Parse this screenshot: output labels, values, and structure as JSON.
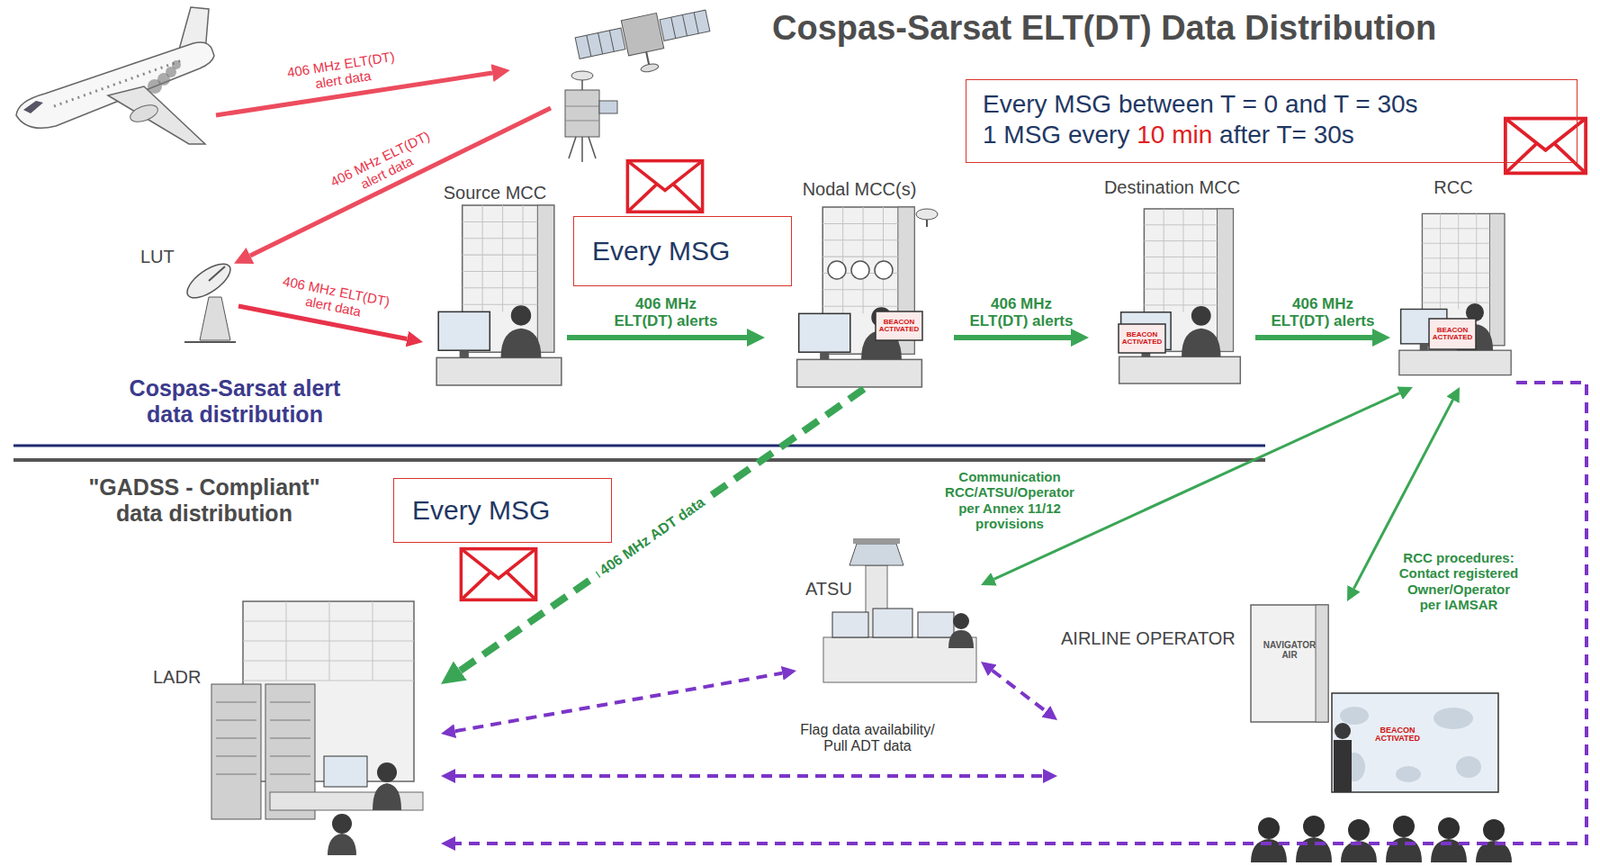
{
  "diagram": {
    "title": "Cospas-Sarsat ELT(DT) Data Distribution",
    "nodes": [
      {
        "text": [
          "Every MSG between T = 0 and T = 30s",
          "1 MSG every",
          "10 min",
          "after T= 30s"
        ]
      },
      {
        "text": [
          "LUT"
        ]
      },
      {
        "text": [
          "Source MCC"
        ]
      },
      {
        "text": [
          "Every MSG"
        ]
      },
      {
        "text": [
          "Nodal MCC(s)"
        ]
      },
      {
        "text": [
          "Destination MCC"
        ]
      },
      {
        "text": [
          "RCC"
        ]
      },
      {
        "text": [
          "Every MSG"
        ]
      },
      {
        "text": [
          "ATSU"
        ]
      },
      {
        "text": [
          "LADR"
        ]
      },
      {
        "text": [
          "AIRLINE OPERATOR"
        ]
      }
    ],
    "edges": [
      {
        "from": 1,
        "to": 2,
        "label": "406 MHz ELT(DT) alert data",
        "arrow": "to"
      },
      {
        "from": 2,
        "to": 4,
        "label": "406 MHz ELT(DT) alerts",
        "arrow": "to"
      },
      {
        "from": 4,
        "to": 5,
        "label": "406 MHz ELT(DT) alerts",
        "arrow": "to"
      },
      {
        "from": 5,
        "to": 6,
        "label": "406 MHz ELT(DT) alerts",
        "arrow": "to"
      },
      {
        "from": 4,
        "to": 9,
        "label": "406 MHz ADT data",
        "arrow": "to"
      },
      {
        "from": 6,
        "to": 8,
        "label": "Communication RCC/ATSU/Operator per Annex 11/12 provisions",
        "arrow": "both"
      },
      {
        "from": 6,
        "to": 10,
        "label": "RCC procedures: Contact registered Owner/Operator per IAMSAR",
        "arrow": "both"
      },
      {
        "from": 9,
        "to": 8,
        "arrow": "both"
      },
      {
        "from": 8,
        "to": 10,
        "arrow": "both"
      },
      {
        "from": 9,
        "to": 10,
        "label": "Flag data availability/ Pull ADT data",
        "arrow": "both"
      },
      {
        "from": 6,
        "to": 9,
        "arrow": "to"
      }
    ],
    "labels": [
      "406 MHz ELT(DT) alert data",
      "406 MHz ELT(DT) alert data",
      "BEACON ACTIVATED",
      "BEACON ACTIVATED",
      "BEACON ACTIVATED",
      "Cospas-Sarsat alert data distribution",
      "\"GADSS - Compliant\" data distribution",
      "NAVIGATOR AIR",
      "BEACON ACTIVATED"
    ]
  }
}
